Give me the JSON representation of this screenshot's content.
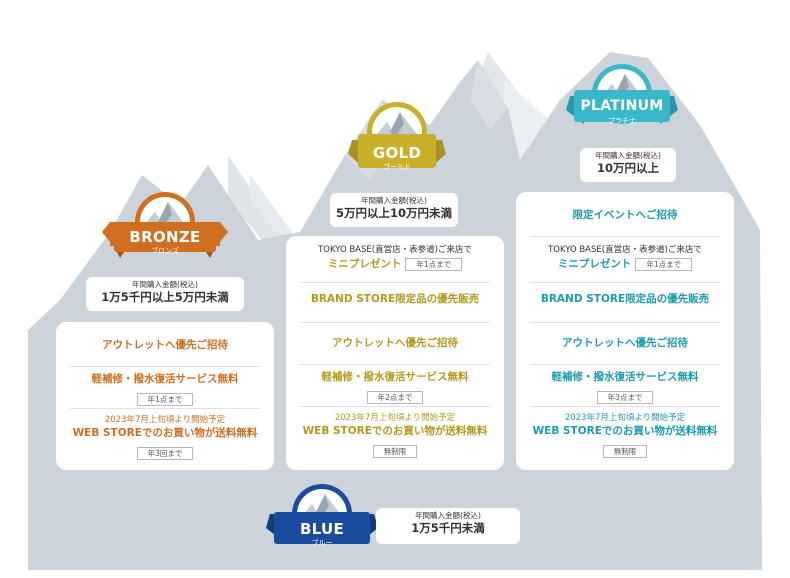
{
  "colors": {
    "background_mountain": "#ccd3db",
    "background_mountain_light": "#e1e6ea",
    "bronze": "#d06f1f",
    "gold": "#c9b02a",
    "platinum": "#3ab8c9",
    "blue": "#1a4b9c"
  },
  "tiers": {
    "bronze": {
      "name": "BRONZE",
      "sub": "ブロンズ",
      "spend_label": "年間購入金額(税込)",
      "spend_value": "1万5千円以上5万円未満",
      "benefits": [
        {
          "text": "アウトレットへ優先ご招待"
        },
        {
          "text": "軽補修・撥水復活サービス無料",
          "badge": "年1点まで"
        },
        {
          "note": "2023年7月上旬頃より開始予定",
          "text": "WEB STOREでのお買い物が送料無料",
          "badge": "年3回まで"
        }
      ]
    },
    "gold": {
      "name": "GOLD",
      "sub": "ゴールド",
      "spend_label": "年間購入金額(税込)",
      "spend_value": "5万円以上10万円未満",
      "benefits": [
        {
          "note": "TOKYO BASE(直営店・表参道)ご来店で",
          "text": "ミニプレゼント",
          "badge": "年1点まで"
        },
        {
          "text": "BRAND STORE限定品の優先販売"
        },
        {
          "text": "アウトレットへ優先ご招待"
        },
        {
          "text": "軽補修・撥水復活サービス無料",
          "badge": "年2点まで"
        },
        {
          "note": "2023年7月上旬頃より開始予定",
          "text": "WEB STOREでのお買い物が送料無料",
          "badge": "無制限"
        }
      ]
    },
    "platinum": {
      "name": "PLATINUM",
      "sub": "プラチナ",
      "spend_label": "年間購入金額(税込)",
      "spend_value": "10万円以上",
      "benefits": [
        {
          "text": "限定イベントへご招待"
        },
        {
          "note": "TOKYO BASE(直営店・表参道)ご来店で",
          "text": "ミニプレゼント",
          "badge": "年1点まで"
        },
        {
          "text": "BRAND STORE限定品の優先販売"
        },
        {
          "text": "アウトレットへ優先ご招待"
        },
        {
          "text": "軽補修・撥水復活サービス無料",
          "badge": "年3点まで"
        },
        {
          "note": "2023年7月上旬頃より開始予定",
          "text": "WEB STOREでのお買い物が送料無料",
          "badge": "無制限"
        }
      ]
    },
    "blue": {
      "name": "BLUE",
      "sub": "ブルー",
      "spend_label": "年間購入金額(税込)",
      "spend_value": "1万5千円未満"
    }
  }
}
